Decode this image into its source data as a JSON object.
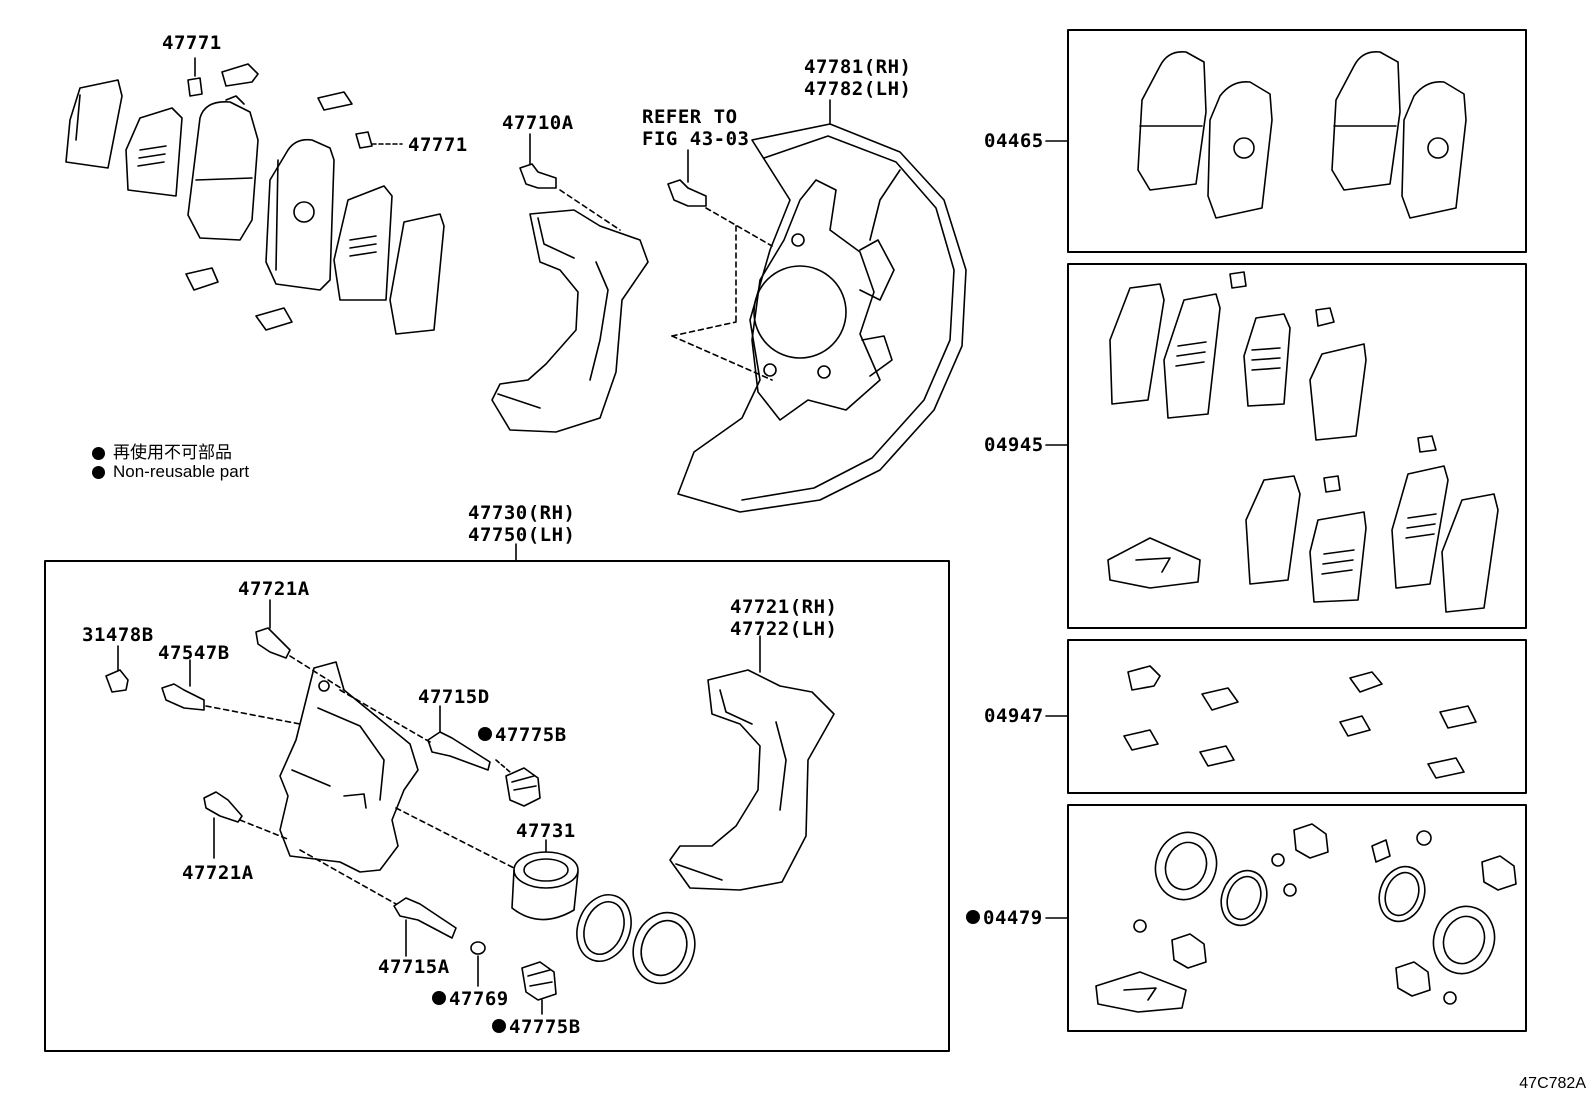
{
  "labels": {
    "shim_clip_top": "47771",
    "shim_clip_mid": "47771",
    "bolt_47710A": "47710A",
    "refer_to": "REFER TO",
    "refer_fig": "FIG 43-03",
    "dust_cover_rh": "47781(RH)",
    "dust_cover_lh": "47782(LH)",
    "cylinder_rh": "47730(RH)",
    "cylinder_lh": "47750(LH)",
    "bolt_47721A_top": "47721A",
    "cap_31478B": "31478B",
    "bleeder_47547B": "47547B",
    "pin_47715D": "47715D",
    "boot_47775B_top": "47775B",
    "bolt_47721A_bottom": "47721A",
    "piston_47731": "47731",
    "pin_47715A": "47715A",
    "bushing_47769": "47769",
    "boot_47775B_bottom": "47775B",
    "mounting_rh": "47721(RH)",
    "mounting_lh": "47722(LH)",
    "kit_04465": "04465",
    "kit_04945": "04945",
    "kit_04947": "04947",
    "kit_04479": "04479",
    "figure_id": "47C782A"
  },
  "legend": {
    "japanese": "再使用不可部品",
    "english": "Non-reusable part"
  }
}
